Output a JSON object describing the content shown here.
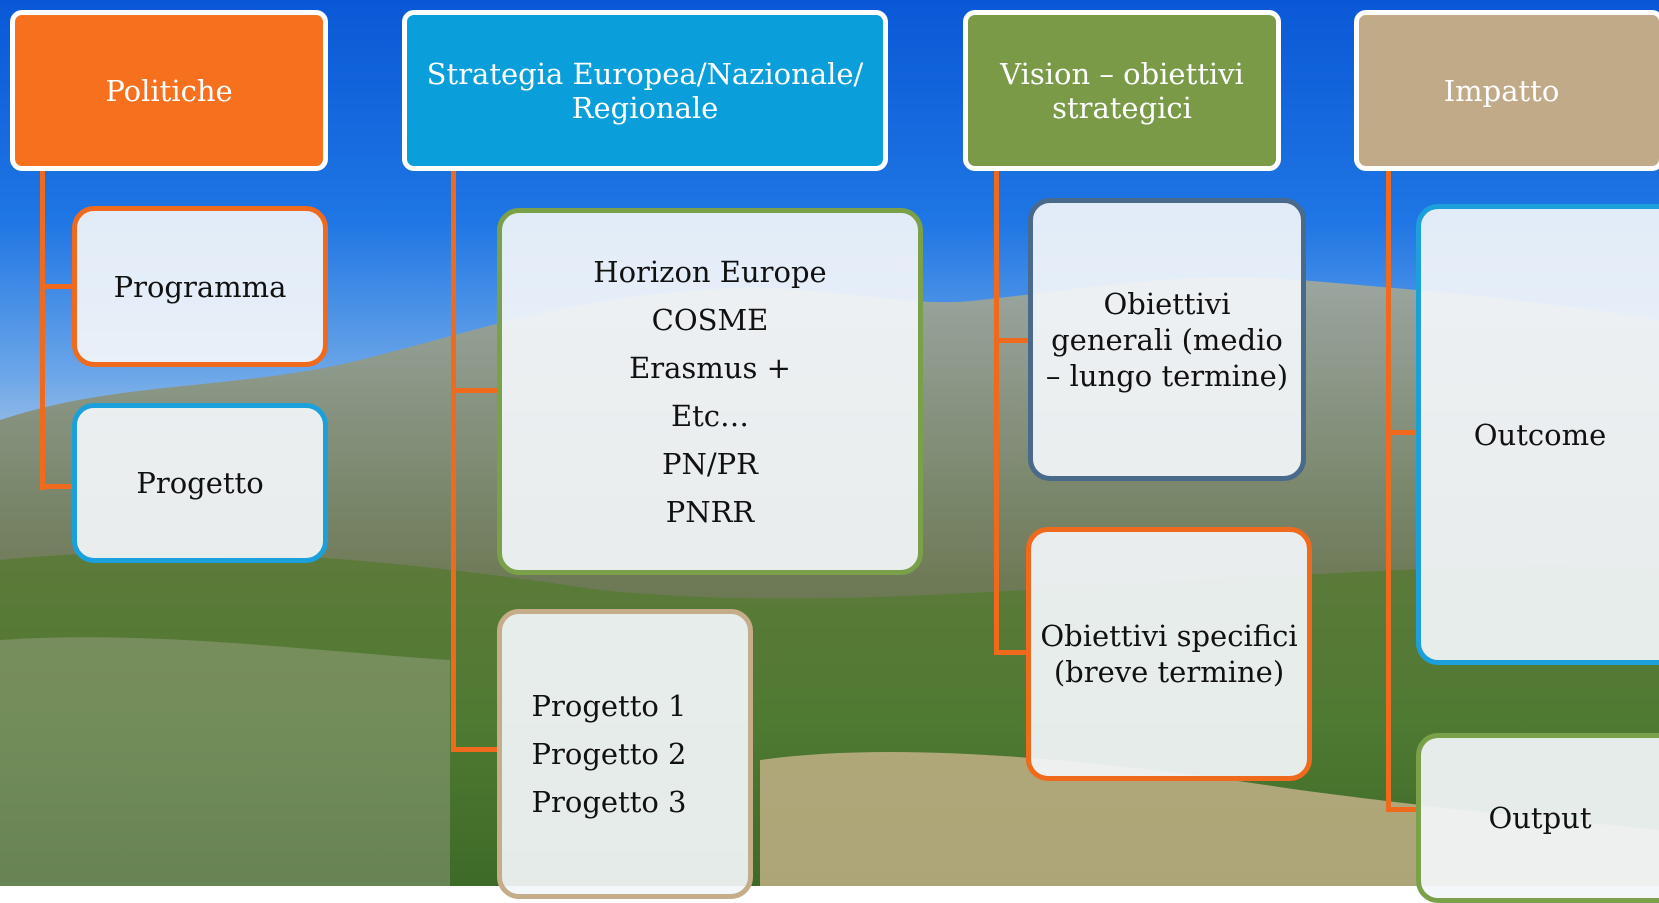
{
  "columns": [
    {
      "header": "Politiche",
      "header_color": "#f6701e",
      "children": [
        "Programma",
        "Progetto"
      ]
    },
    {
      "header": "Strategia Europea/Nazionale/ Regionale",
      "header_color": "#0a9fda",
      "programs": [
        "Horizon Europe",
        "COSME",
        "Erasmus +",
        "Etc…",
        "PN/PR",
        "PNRR"
      ],
      "projects": [
        "Progetto 1",
        "Progetto 2",
        "Progetto 3"
      ]
    },
    {
      "header": "Vision – obiettivi strategici",
      "header_color": "#7a9a48",
      "children": [
        "Obiettivi generali (medio – lungo termine)",
        "Obiettivi specifici (breve termine)"
      ]
    },
    {
      "header": "Impatto",
      "header_color": "#c0aa88",
      "children": [
        "Outcome",
        "Output"
      ]
    }
  ],
  "colors": {
    "connector": "#ef6a1c",
    "border_orange": "#f06a1d",
    "border_blue": "#1ca0dc",
    "border_green": "#7aa04a",
    "border_tan": "#c4ad88",
    "border_slate": "#4a6a8c"
  }
}
